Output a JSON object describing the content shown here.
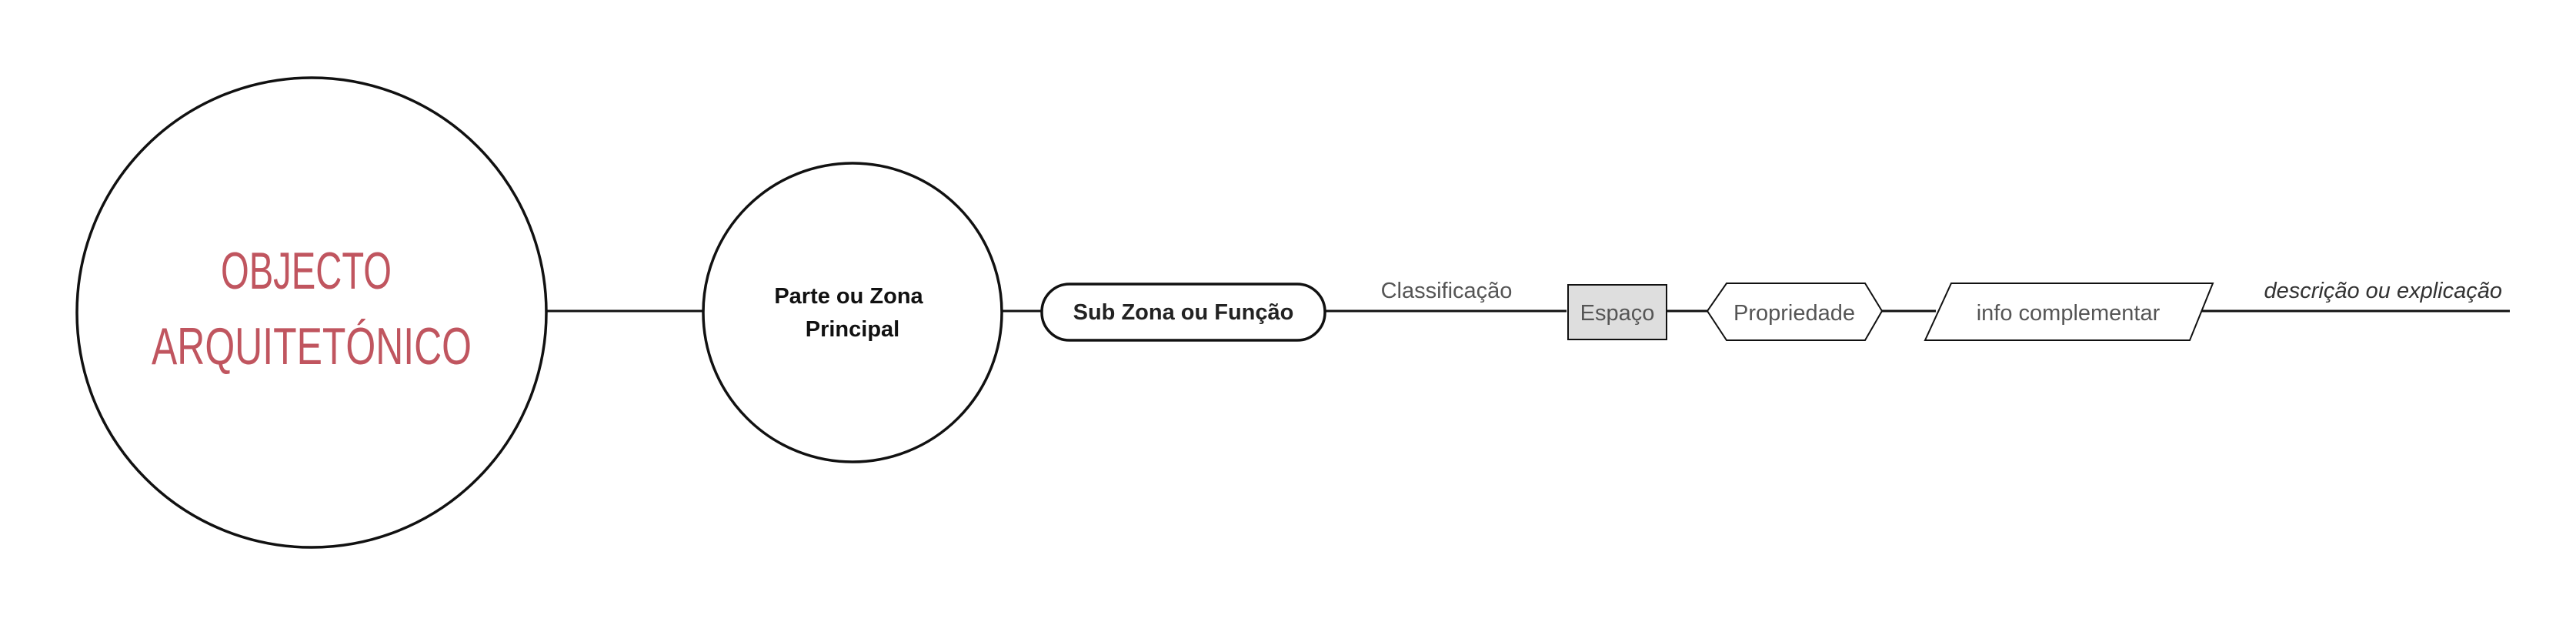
{
  "main_node": {
    "lines": [
      "OBJECTO",
      "ARQUITETÓNICO"
    ]
  },
  "zone_node": {
    "lines": [
      "Parte ou Zona",
      "Principal"
    ]
  },
  "subzone_node": {
    "label": "Sub Zona ou Função"
  },
  "classification_label": "Classificação",
  "space_node": {
    "label": "Espaço"
  },
  "property_node": {
    "label": "Propriedade"
  },
  "info_node": {
    "label": "info complementar"
  },
  "description_label": "descrição ou explicação",
  "colors": {
    "title_red": "#c0555f",
    "stroke": "#111111",
    "space_fill": "#dedede",
    "muted_text": "#555555"
  }
}
